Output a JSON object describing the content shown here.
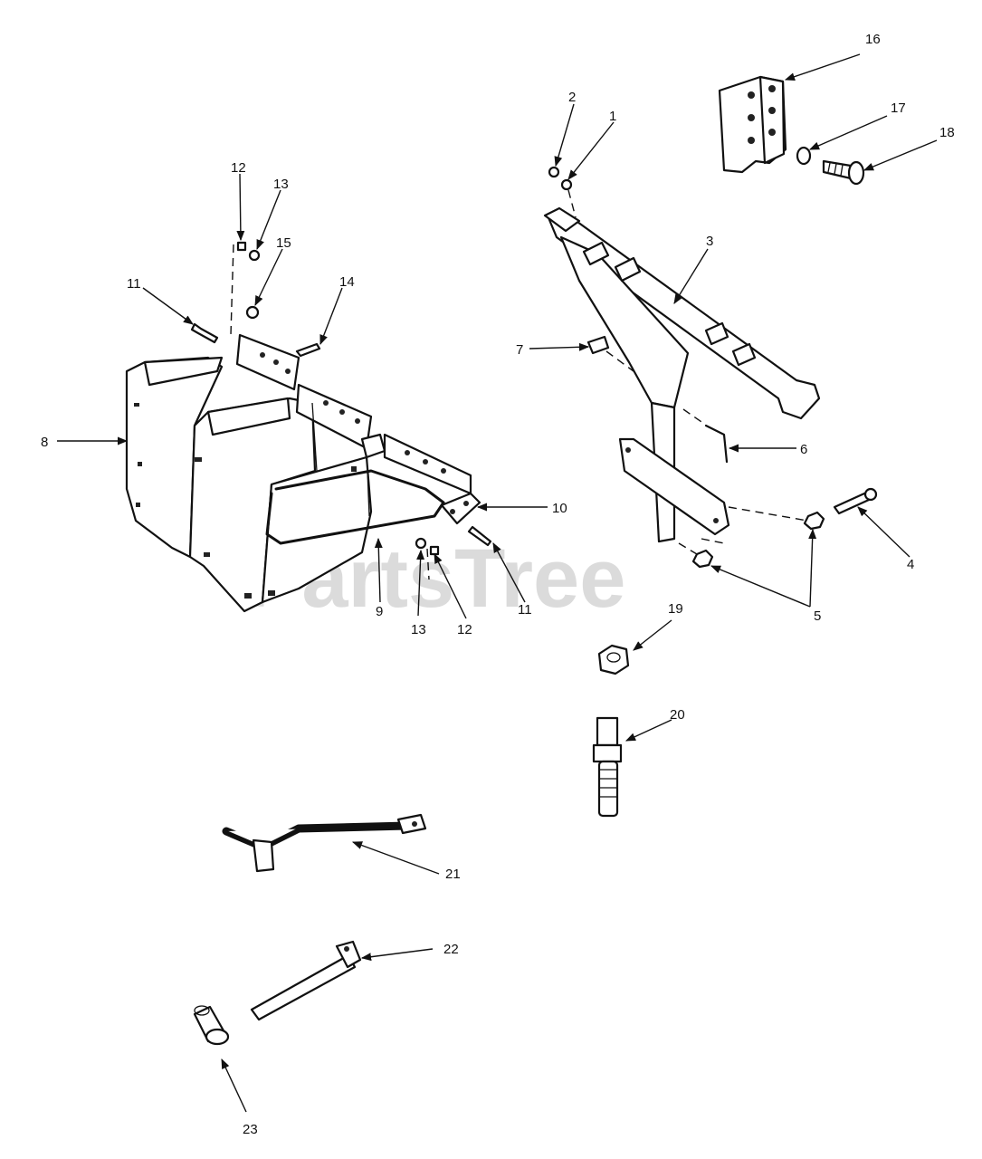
{
  "watermark": "PartsTree",
  "callouts": [
    {
      "id": "1",
      "text": "1"
    },
    {
      "id": "2",
      "text": "2"
    },
    {
      "id": "3",
      "text": "3"
    },
    {
      "id": "4",
      "text": "4"
    },
    {
      "id": "5",
      "text": "5"
    },
    {
      "id": "6",
      "text": "6"
    },
    {
      "id": "7",
      "text": "7"
    },
    {
      "id": "8",
      "text": "8"
    },
    {
      "id": "9",
      "text": "9"
    },
    {
      "id": "10",
      "text": "10"
    },
    {
      "id": "11a",
      "text": "11"
    },
    {
      "id": "11b",
      "text": "11"
    },
    {
      "id": "12a",
      "text": "12"
    },
    {
      "id": "12b",
      "text": "12"
    },
    {
      "id": "13a",
      "text": "13"
    },
    {
      "id": "13b",
      "text": "13"
    },
    {
      "id": "14",
      "text": "14"
    },
    {
      "id": "15",
      "text": "15"
    },
    {
      "id": "16",
      "text": "16"
    },
    {
      "id": "17",
      "text": "17"
    },
    {
      "id": "18",
      "text": "18"
    },
    {
      "id": "19",
      "text": "19"
    },
    {
      "id": "20",
      "text": "20"
    },
    {
      "id": "21",
      "text": "21"
    },
    {
      "id": "22",
      "text": "22"
    },
    {
      "id": "23",
      "text": "23"
    }
  ]
}
